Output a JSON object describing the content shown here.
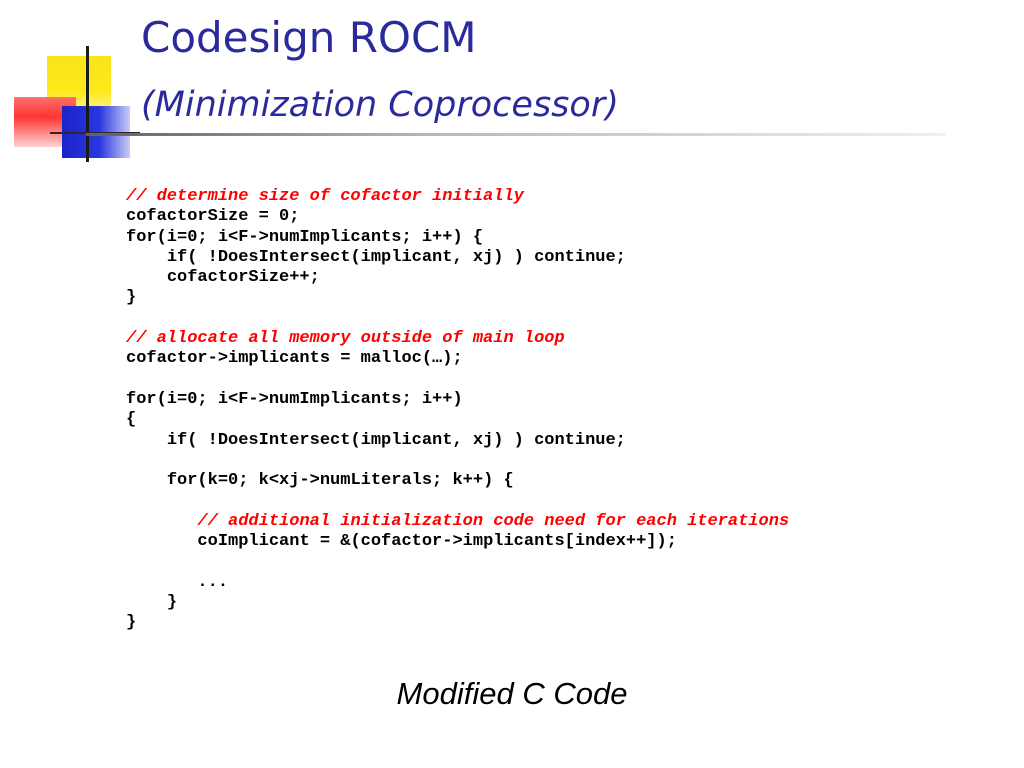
{
  "slide": {
    "title": "Codesign ROCM",
    "subtitle": "(Minimization Coprocessor)",
    "caption": "Modified C Code",
    "code_lines": [
      {
        "indent": "",
        "text": "// determine size of cofactor initially",
        "kind": "comment"
      },
      {
        "indent": "",
        "text": "cofactorSize = 0;",
        "kind": "code"
      },
      {
        "indent": "",
        "text": "for(i=0; i<F->numImplicants; i++) {",
        "kind": "code"
      },
      {
        "indent": "    ",
        "text": "if( !DoesIntersect(implicant, xj) ) continue;",
        "kind": "code"
      },
      {
        "indent": "    ",
        "text": "cofactorSize++;",
        "kind": "code"
      },
      {
        "indent": "",
        "text": "}",
        "kind": "code"
      },
      {
        "indent": "",
        "text": "",
        "kind": "blank"
      },
      {
        "indent": "",
        "text": "// allocate all memory outside of main loop",
        "kind": "comment"
      },
      {
        "indent": "",
        "text": "cofactor->implicants = malloc(…);",
        "kind": "code"
      },
      {
        "indent": "",
        "text": "",
        "kind": "blank"
      },
      {
        "indent": "",
        "text": "for(i=0; i<F->numImplicants; i++)",
        "kind": "code"
      },
      {
        "indent": "",
        "text": "{",
        "kind": "code"
      },
      {
        "indent": "    ",
        "text": "if( !DoesIntersect(implicant, xj) ) continue;",
        "kind": "code"
      },
      {
        "indent": "",
        "text": "",
        "kind": "blank"
      },
      {
        "indent": "    ",
        "text": "for(k=0; k<xj->numLiterals; k++) {",
        "kind": "code"
      },
      {
        "indent": "",
        "text": "",
        "kind": "blank"
      },
      {
        "indent": "       ",
        "text": "// additional initialization code need for each iterations",
        "kind": "comment"
      },
      {
        "indent": "       ",
        "text": "coImplicant = &(cofactor->implicants[index++]);",
        "kind": "code"
      },
      {
        "indent": "",
        "text": "",
        "kind": "blank"
      },
      {
        "indent": "       ",
        "text": "...",
        "kind": "code"
      },
      {
        "indent": "    ",
        "text": "}",
        "kind": "code"
      },
      {
        "indent": "",
        "text": "}",
        "kind": "code"
      }
    ]
  },
  "colors": {
    "title": "#2a2a9c",
    "comment": "#ff0000",
    "code": "#000000"
  }
}
